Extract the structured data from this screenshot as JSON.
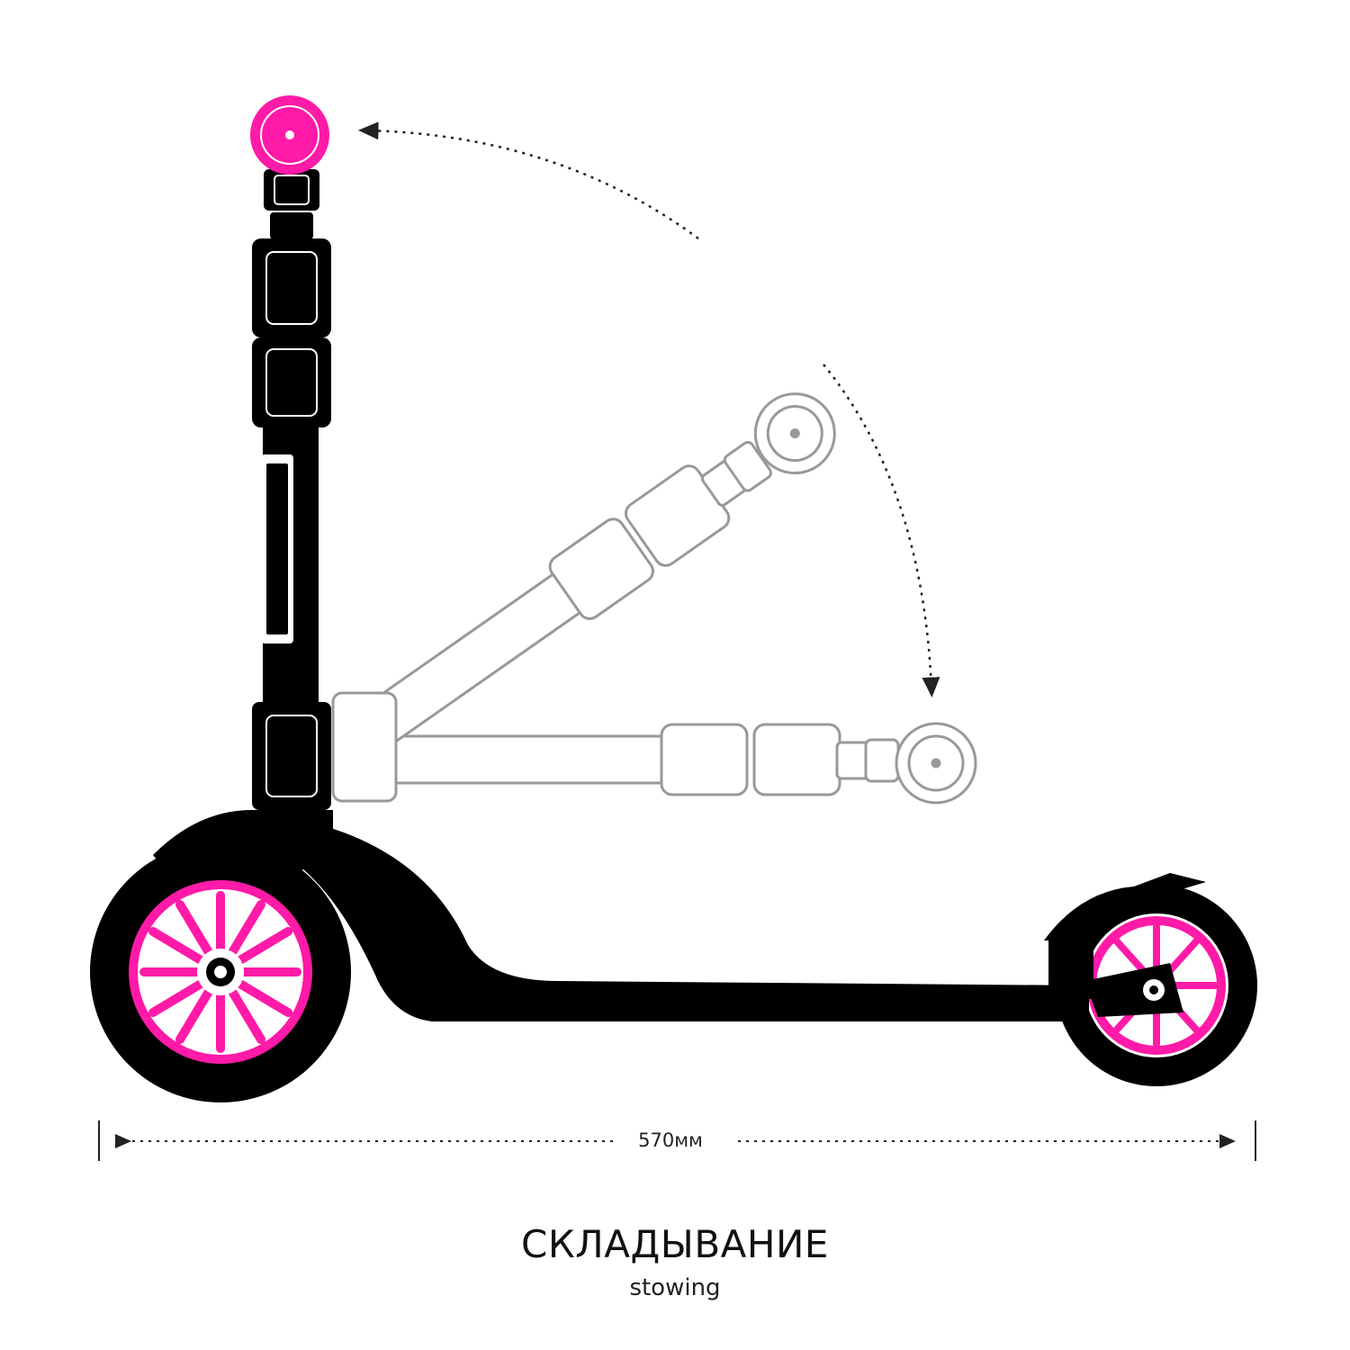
{
  "dimension": {
    "label": "570мм"
  },
  "caption": {
    "title": "СКЛАДЫВАНИЕ",
    "subtitle": "stowing"
  },
  "colors": {
    "frame": "#000000",
    "accent": "#ff1aa8",
    "ghost": "#9a9a9a",
    "background": "#ffffff"
  }
}
